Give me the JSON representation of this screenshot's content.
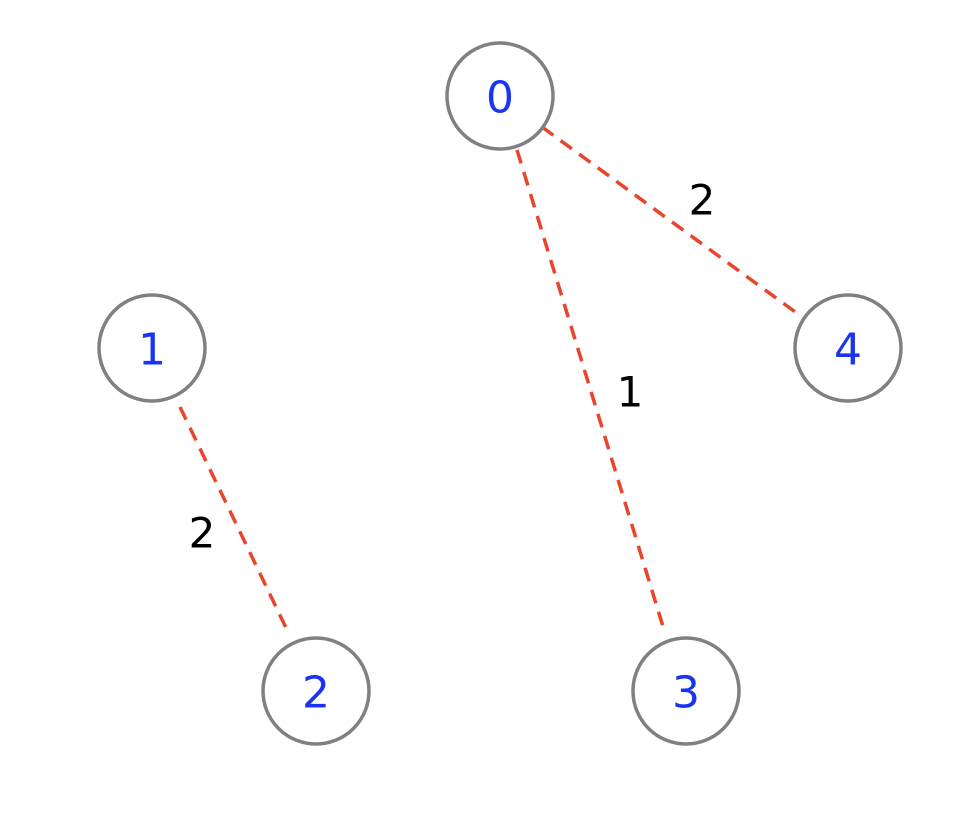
{
  "colors": {
    "edge": "#e8452c",
    "node_label": "#1a35f0",
    "edge_label": "#000000",
    "node_border": "#808080"
  },
  "nodes": [
    {
      "id": "0",
      "label": "0"
    },
    {
      "id": "1",
      "label": "1"
    },
    {
      "id": "2",
      "label": "2"
    },
    {
      "id": "3",
      "label": "3"
    },
    {
      "id": "4",
      "label": "4"
    }
  ],
  "edges": [
    {
      "from": "0",
      "to": "4",
      "weight": "2",
      "style": "dashed"
    },
    {
      "from": "0",
      "to": "3",
      "weight": "1",
      "style": "dashed"
    },
    {
      "from": "1",
      "to": "2",
      "weight": "2",
      "style": "dashed"
    }
  ]
}
